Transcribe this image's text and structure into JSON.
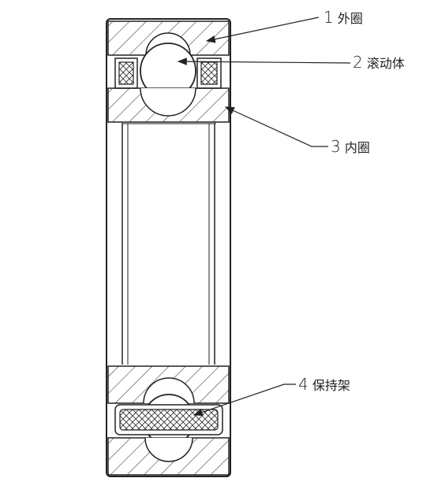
{
  "labels": [
    {
      "number": "1",
      "text": "外圈"
    },
    {
      "number": "2",
      "text": "滚动体"
    },
    {
      "number": "3",
      "text": "内圈"
    },
    {
      "number": "4",
      "text": "保持架"
    }
  ],
  "colors": {
    "line": "#222222",
    "background": "#ffffff"
  }
}
